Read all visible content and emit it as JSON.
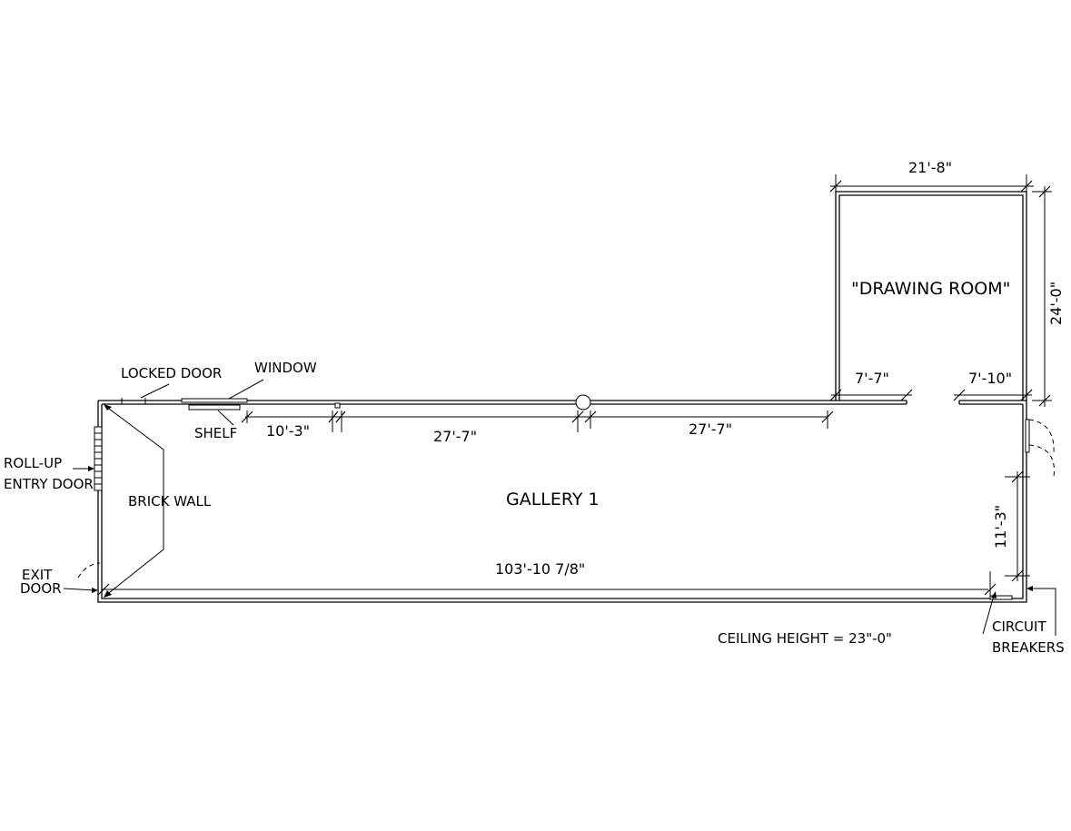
{
  "labels": {
    "locked_door": "LOCKED DOOR",
    "window": "WINDOW",
    "shelf": "SHELF",
    "roll_up_line1": "ROLL-UP",
    "roll_up_line2": "ENTRY DOOR",
    "brick_wall": "BRICK WALL",
    "exit_line1": "EXIT",
    "exit_line2": "DOOR",
    "gallery": "GALLERY 1",
    "drawing_room": "\"DRAWING ROOM\"",
    "circuit_line1": "CIRCUIT",
    "circuit_line2": "BREAKERS",
    "ceiling": "CEILING HEIGHT = 23\"-0\""
  },
  "dimensions": {
    "drawing_width": "21'-8\"",
    "drawing_height": "24'-0\"",
    "left_opening": "7'-7\"",
    "right_opening": "7'-10\"",
    "seg1": "10'-3\"",
    "seg2": "27'-7\"",
    "seg3": "27'-7\"",
    "total_length": "103'-10 7/8\"",
    "east_wall": "11'-3\""
  }
}
